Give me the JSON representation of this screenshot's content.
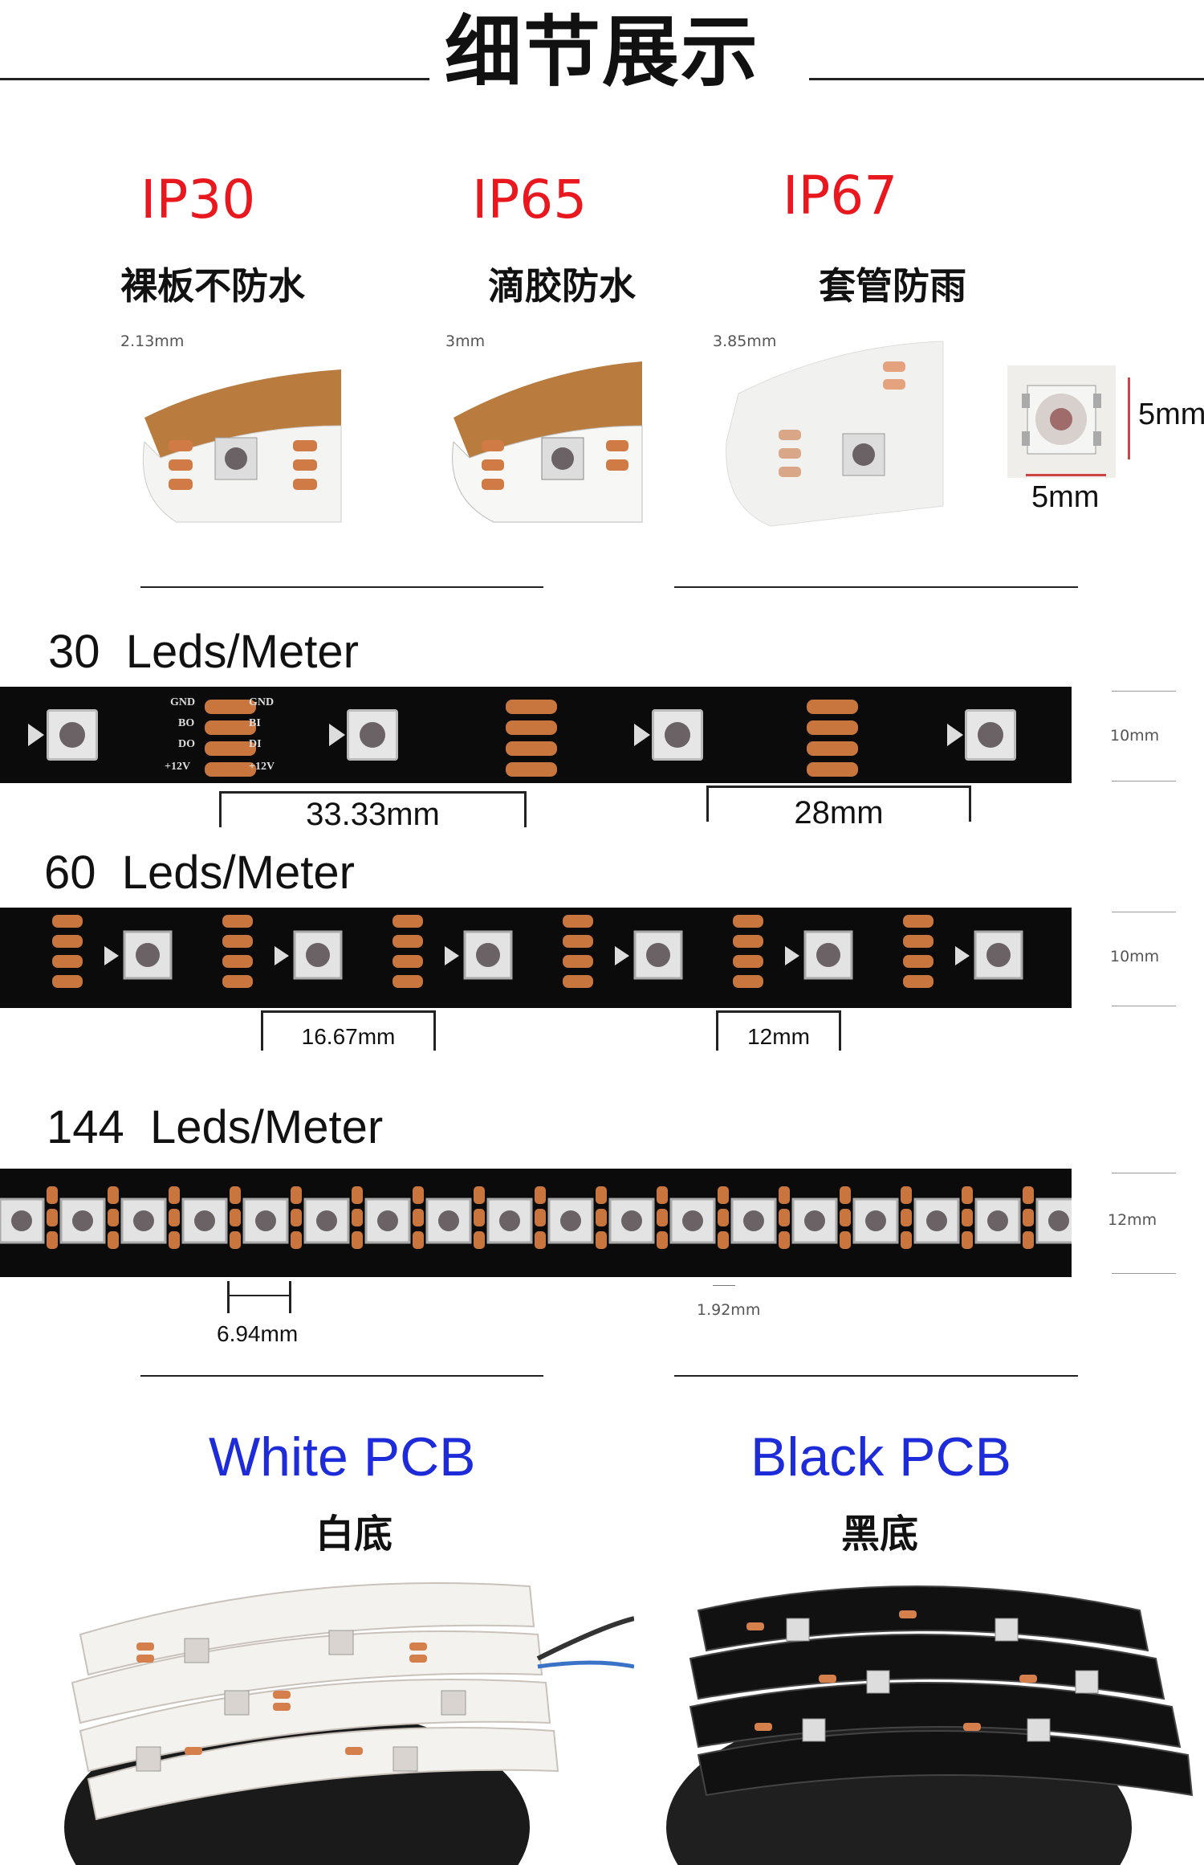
{
  "header": {
    "title": "细节展示"
  },
  "ip_ratings": [
    {
      "code": "IP30",
      "desc": "裸板不防水",
      "thickness": "2.13mm"
    },
    {
      "code": "IP65",
      "desc": "滴胶防水",
      "thickness": "3mm"
    },
    {
      "code": "IP67",
      "desc": "套管防雨",
      "thickness": "3.85mm"
    }
  ],
  "led_chip": {
    "width": "5mm",
    "height": "5mm"
  },
  "strip_30": {
    "label": "30  Leds/Meter",
    "spacing": "33.33mm",
    "pad_gap": "28mm",
    "width": "10mm",
    "pins_left": [
      "GND",
      "BO",
      "DO",
      "+12V"
    ],
    "pins_right": [
      "GND",
      "BI",
      "DI",
      "+12V"
    ]
  },
  "strip_60": {
    "label": "60  Leds/Meter",
    "spacing": "16.67mm",
    "pad_gap": "12mm",
    "width": "10mm"
  },
  "strip_144": {
    "label": "144  Leds/Meter",
    "spacing": "6.94mm",
    "pad_gap": "1.92mm",
    "width": "12mm"
  },
  "pcb": [
    {
      "title": "White PCB",
      "sub": "白底"
    },
    {
      "title": "Black PCB",
      "sub": "黑底"
    }
  ],
  "colors": {
    "ip_red": "#e8181e",
    "pcb_blue": "#1d2bd8",
    "pad_copper": "#c8753e"
  }
}
